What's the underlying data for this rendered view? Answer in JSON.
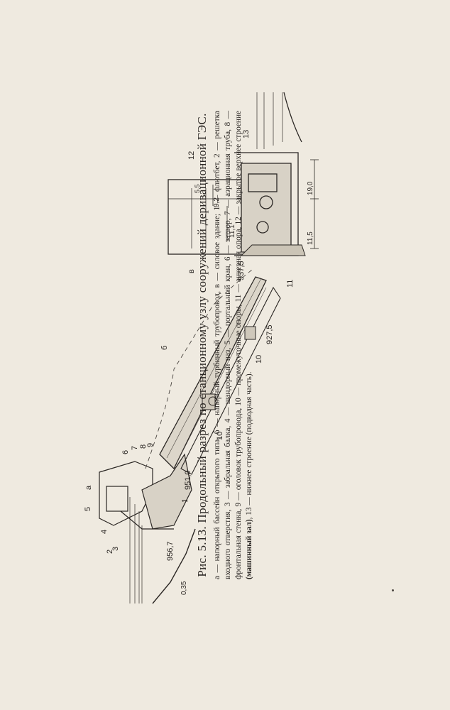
{
  "figure": {
    "title": "Рис. 5.13. Продольный разрез по станционному узлу сооружений деривационной ГЭС.",
    "legend_lines": [
      "а — напорный бассейн открытого типа, б — напорный турбинный трубопровод, в — силовое здание; 1 — флютбет,",
      "2 — решетка входного отверстия, 3 — забральная балка, 4 — шандорный паз, 5 — портальный кран, 6 — затвор, 7 —",
      "аэрационная труба, 8 — фронтальная стенка, 9 — оголовок трубопровода, 10 — промежуточные опоры, 11 — анкерная",
      "опора, 12 — закрытое верхнее строение"
    ],
    "legend_bold": "(машинный зал)",
    "legend_end": ", 13 — нижнее строение (подводная часть)."
  },
  "drawing": {
    "elevations": [
      "956,7",
      "951,0",
      "937,5",
      "927,5"
    ],
    "dimensions": [
      "11,1",
      "9,2",
      "5,5",
      "11,5",
      "19,0"
    ],
    "slope": "0,35",
    "labels": [
      "а",
      "б",
      "в",
      "1",
      "2",
      "3",
      "4",
      "5",
      "6",
      "7",
      "8",
      "9",
      "10",
      "10",
      "11",
      "12",
      "13"
    ]
  },
  "colors": {
    "paper": "#efeae0",
    "ink": "#2a2623"
  }
}
